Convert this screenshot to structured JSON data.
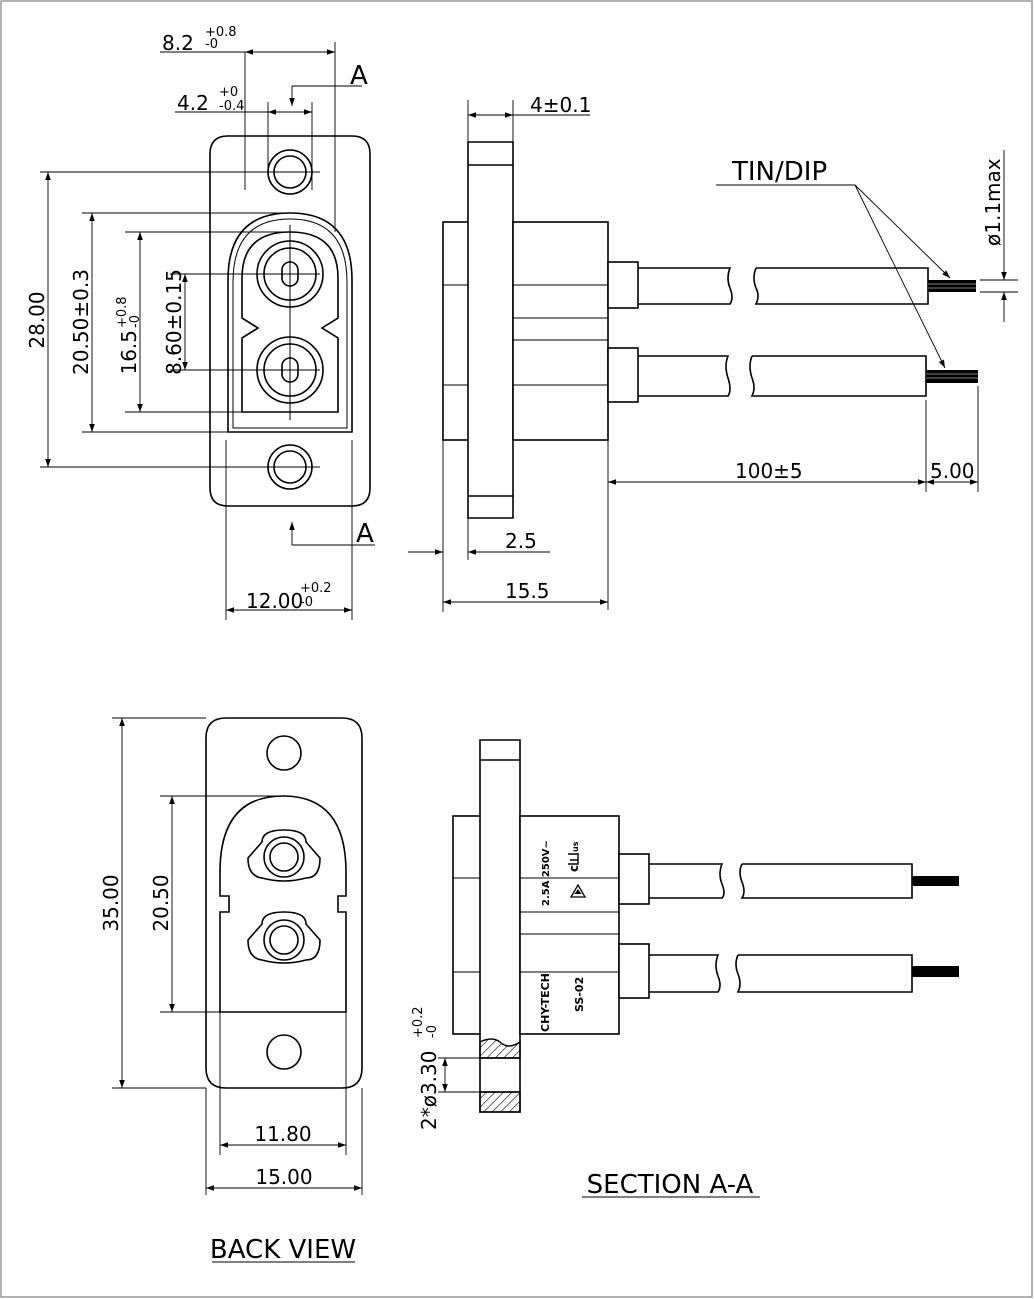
{
  "top_view": {
    "dims": {
      "d1_base": "8.2",
      "d1_sub": "-0",
      "d1_sup": "+0.8",
      "d2_base": "4.2",
      "d2_sub": "-0.4",
      "d2_sup": "+0",
      "d3": "28.00",
      "d4": "20.50±0.3",
      "d5_base": "16.5",
      "d5_sub": "-0",
      "d5_sup": "+0.8",
      "d6": "8.60±0.15",
      "d7_base": "12.00",
      "d7_sub": "-0",
      "d7_sup": "+0.2"
    },
    "section_marker_top": "A",
    "section_marker_bottom": "A"
  },
  "side_view": {
    "dims": {
      "flange": "4±0.1",
      "wire_len": "100±5",
      "strip_len": "5.00",
      "panel": "2.5",
      "depth": "15.5",
      "wire_dia": "ø1.1max"
    },
    "callout": "TIN/DIP"
  },
  "back_view": {
    "dims": {
      "height": "35.00",
      "pitch": "20.50",
      "inner_width": "11.80",
      "width": "15.00"
    },
    "caption": "BACK VIEW"
  },
  "section_view": {
    "dims": {
      "hole_base": "2*ø3.30",
      "hole_sub": "-0",
      "hole_sup": "+0.2"
    },
    "markings": {
      "rating": "2.5A 250V~",
      "brand": "CHY-TECH",
      "model": "SS-02"
    },
    "caption": "SECTION A-A"
  }
}
